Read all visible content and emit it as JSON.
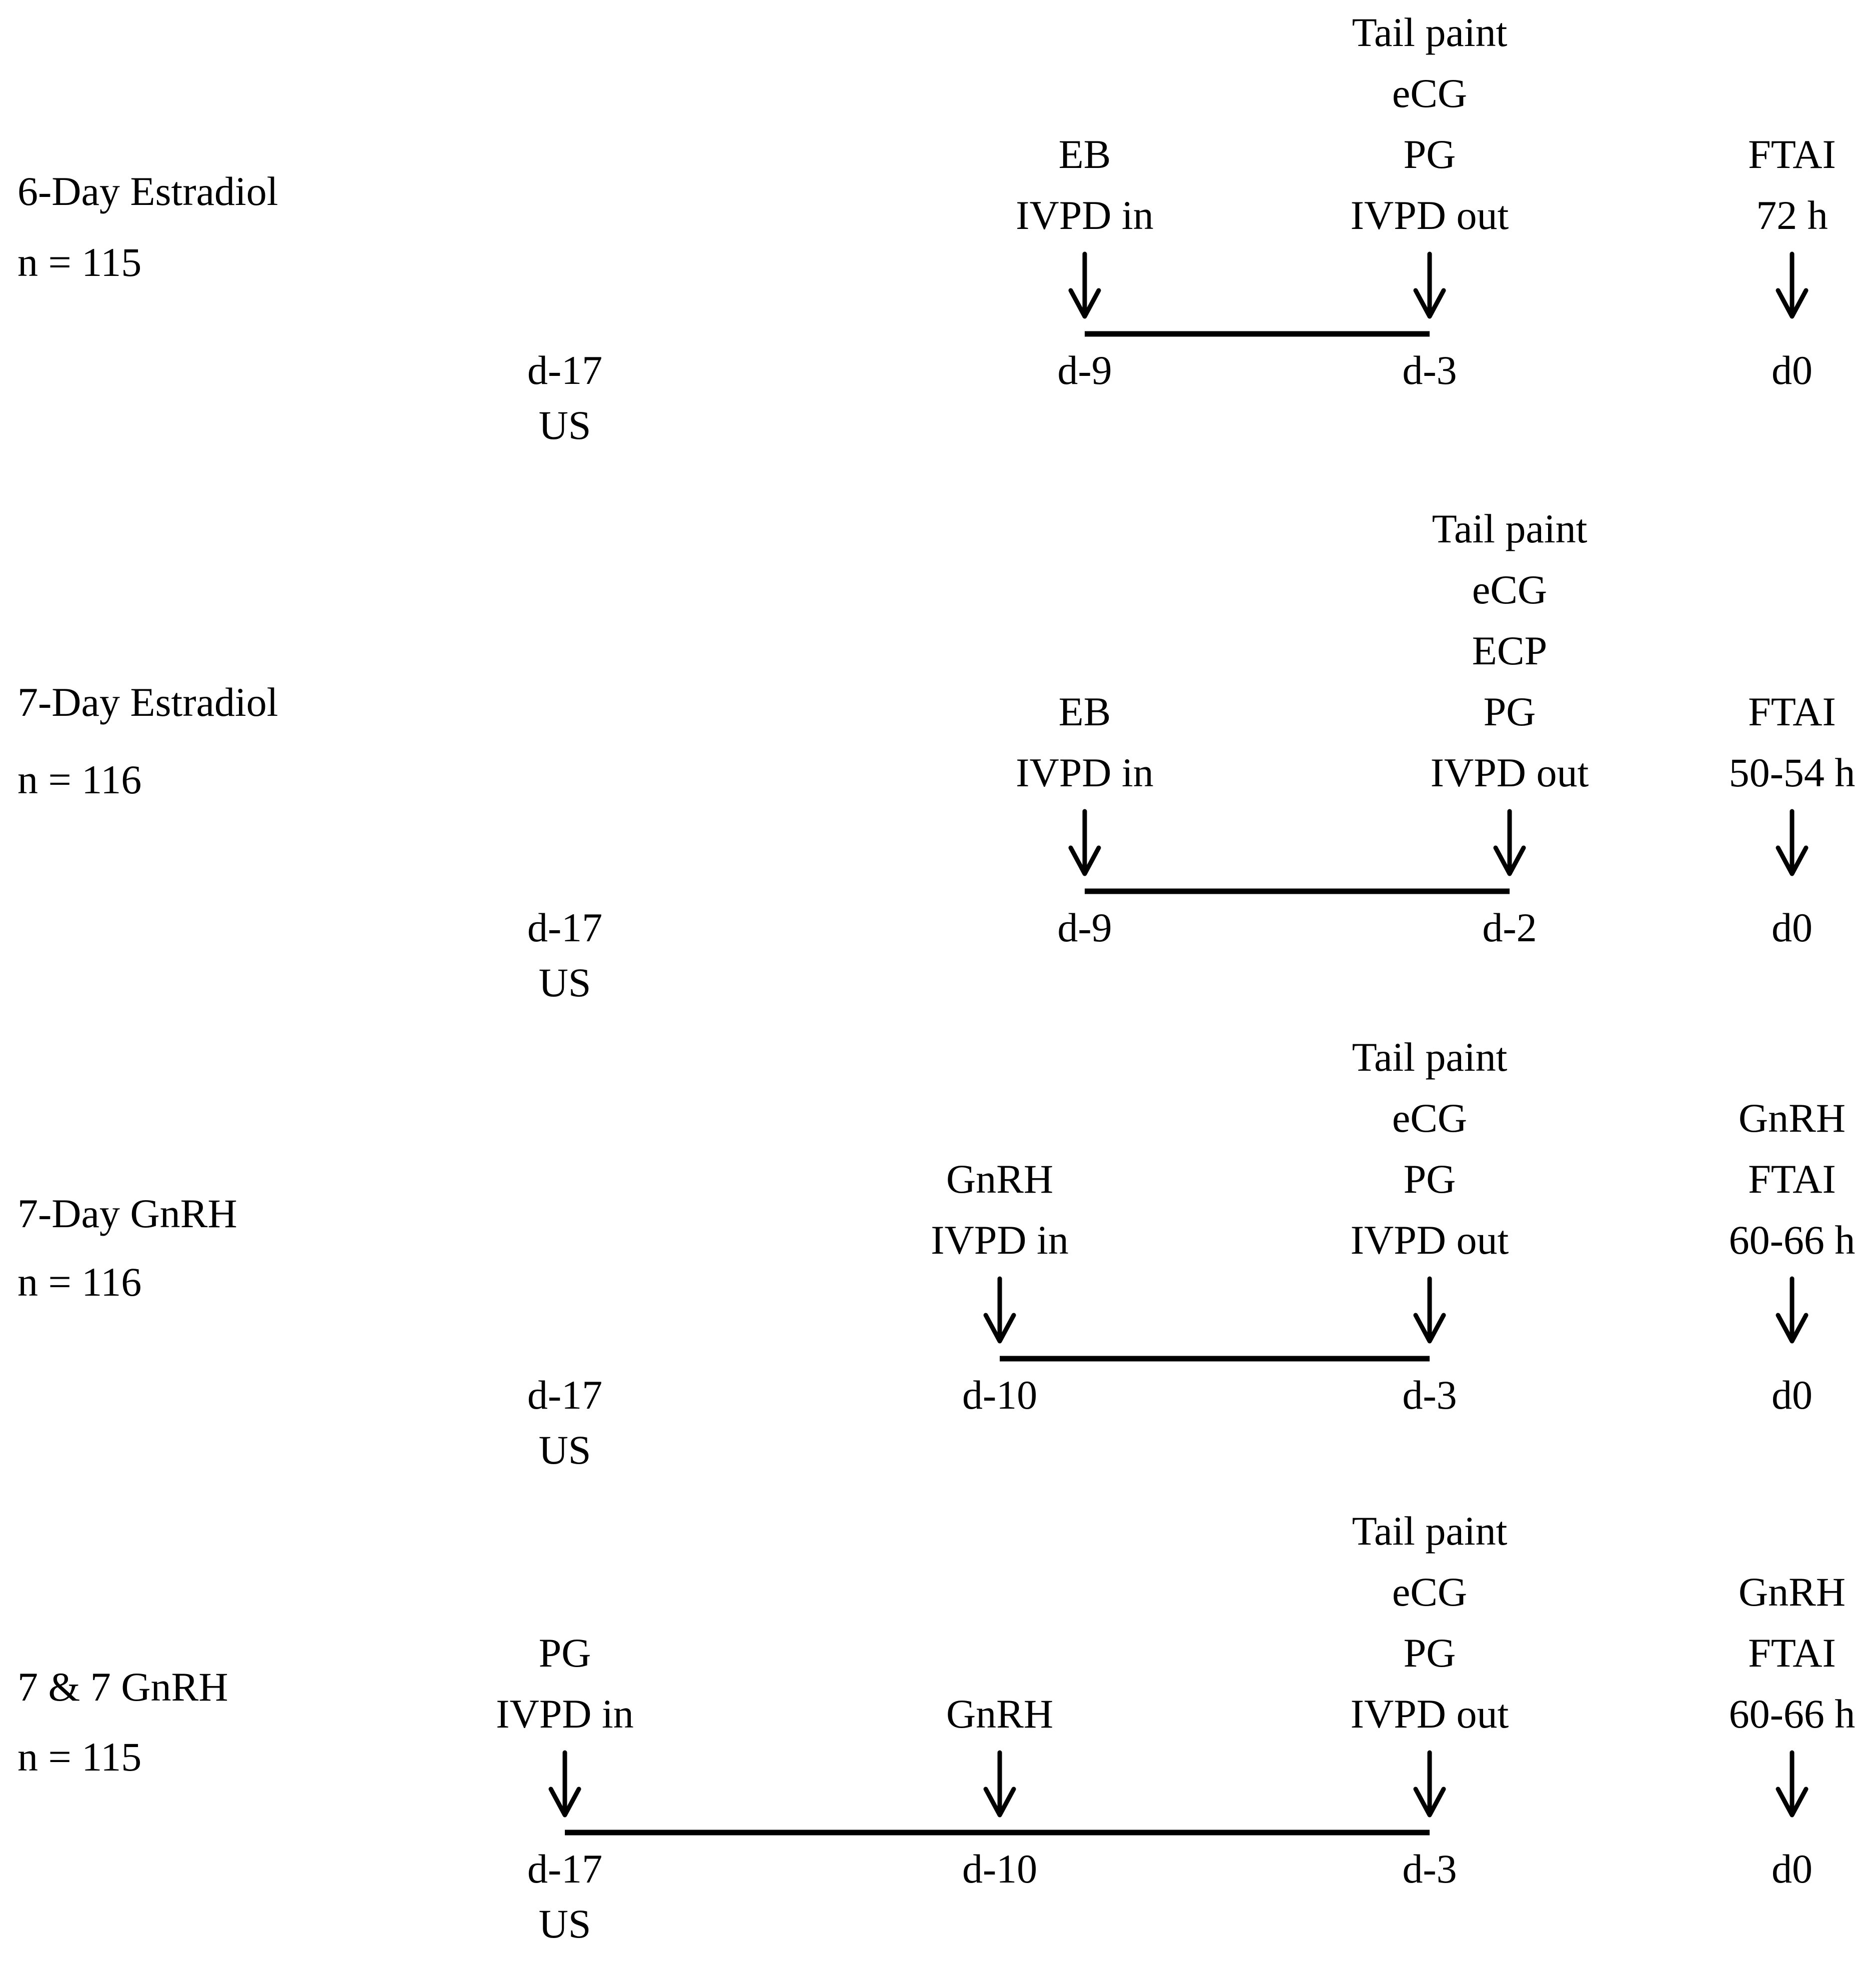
{
  "protocols": [
    {
      "name": "6-Day Estradiol",
      "n": "n = 115",
      "markers": [
        {
          "day": "d-17",
          "sublabel": "US",
          "arrow": false,
          "labels": []
        },
        {
          "day": "d-9",
          "sublabel": "",
          "arrow": true,
          "labels": [
            "EB",
            "IVPD in"
          ]
        },
        {
          "day": "d-3",
          "sublabel": "",
          "arrow": true,
          "labels": [
            "Tail paint",
            "eCG",
            "PG",
            "IVPD out"
          ]
        },
        {
          "day": "d0",
          "sublabel": "",
          "arrow": true,
          "labels": [
            "FTAI",
            "72 h"
          ]
        }
      ]
    },
    {
      "name": "7-Day Estradiol",
      "n": "n = 116",
      "markers": [
        {
          "day": "d-17",
          "sublabel": "US",
          "arrow": false,
          "labels": []
        },
        {
          "day": "d-9",
          "sublabel": "",
          "arrow": true,
          "labels": [
            "EB",
            "IVPD in"
          ]
        },
        {
          "day": "d-2",
          "sublabel": "",
          "arrow": true,
          "labels": [
            "Tail paint",
            "eCG",
            "ECP",
            "PG",
            "IVPD out"
          ]
        },
        {
          "day": "d0",
          "sublabel": "",
          "arrow": true,
          "labels": [
            "FTAI",
            "50-54 h"
          ]
        }
      ]
    },
    {
      "name": "7-Day GnRH",
      "n": "n = 116",
      "markers": [
        {
          "day": "d-17",
          "sublabel": "US",
          "arrow": false,
          "labels": []
        },
        {
          "day": "d-10",
          "sublabel": "",
          "arrow": true,
          "labels": [
            "GnRH",
            "IVPD in"
          ]
        },
        {
          "day": "d-3",
          "sublabel": "",
          "arrow": true,
          "labels": [
            "Tail paint",
            "eCG",
            "PG",
            "IVPD out"
          ]
        },
        {
          "day": "d0",
          "sublabel": "",
          "arrow": true,
          "labels": [
            "GnRH",
            "FTAI",
            "60-66 h"
          ]
        }
      ]
    },
    {
      "name": "7 & 7 GnRH",
      "n": "n = 115",
      "markers": [
        {
          "day": "d-17",
          "sublabel": "US",
          "arrow": true,
          "labels": [
            "PG",
            "IVPD in"
          ]
        },
        {
          "day": "d-10",
          "sublabel": "",
          "arrow": true,
          "labels": [
            "GnRH"
          ]
        },
        {
          "day": "d-3",
          "sublabel": "",
          "arrow": true,
          "labels": [
            "Tail paint",
            "eCG",
            "PG",
            "IVPD out"
          ]
        },
        {
          "day": "d0",
          "sublabel": "",
          "arrow": true,
          "labels": [
            "GnRH",
            "FTAI",
            "60-66 h"
          ]
        }
      ]
    }
  ]
}
